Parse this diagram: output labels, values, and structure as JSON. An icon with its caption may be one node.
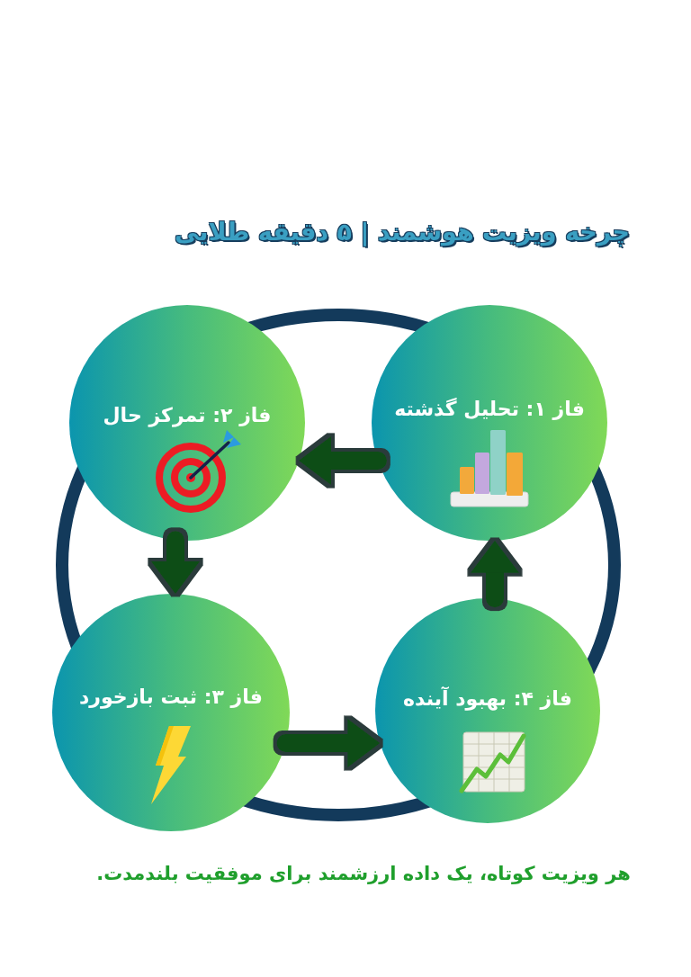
{
  "diagram": {
    "title": "چرخه ویزیت هوشمند | ۵ دقیقه طلایی",
    "nodes": [
      {
        "text": [
          "فاز ۱: تحلیل گذشته"
        ]
      },
      {
        "text": [
          "فاز ۲: تمرکز حال"
        ]
      },
      {
        "text": [
          "فاز ۳: ثبت بازخورد"
        ]
      },
      {
        "text": [
          "فاز ۴: بهبود آینده"
        ]
      }
    ],
    "edges": [
      {
        "from": 0,
        "to": 1,
        "arrow": "to"
      },
      {
        "from": 1,
        "to": 2,
        "arrow": "to"
      },
      {
        "from": 2,
        "to": 3,
        "arrow": "to"
      },
      {
        "from": 3,
        "to": 0,
        "arrow": "to"
      }
    ],
    "caption": "هر ویزیت کوتاه، یک داده ارزشمند برای موفقیت بلندمدت."
  }
}
